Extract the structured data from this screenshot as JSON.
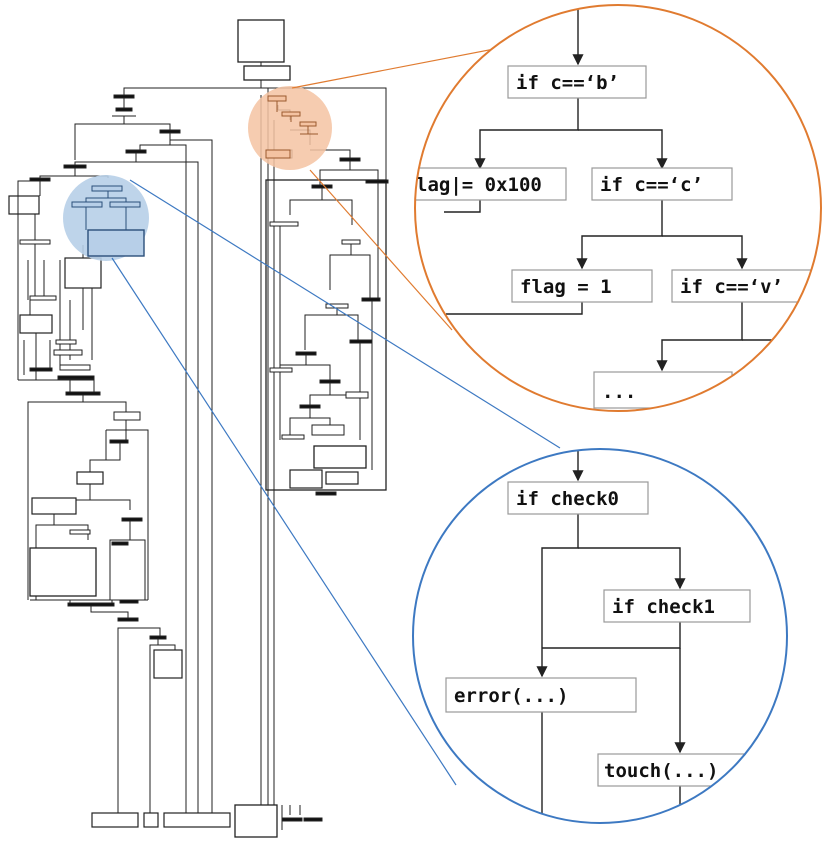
{
  "colors": {
    "orange": "#e07b30",
    "orange_fill": "#f4c3a2",
    "blue": "#3d79c2",
    "blue_fill": "#b7cfe8",
    "line": "#222222"
  },
  "orange_zoom": {
    "nodes": [
      {
        "id": "if-c-b",
        "label": "if c==‘b’"
      },
      {
        "id": "flag-or",
        "label": "lag|= 0x100"
      },
      {
        "id": "if-c-c",
        "label": "if c==‘c’"
      },
      {
        "id": "flag-set",
        "label": "flag = 1"
      },
      {
        "id": "if-c-v",
        "label": "if c==‘v’"
      },
      {
        "id": "ellipsis",
        "label": "..."
      }
    ]
  },
  "blue_zoom": {
    "nodes": [
      {
        "id": "if-check0",
        "label": "if check0"
      },
      {
        "id": "if-check1",
        "label": "if check1"
      },
      {
        "id": "error",
        "label": "error(...)"
      },
      {
        "id": "touch",
        "label": "touch(...)"
      }
    ]
  }
}
